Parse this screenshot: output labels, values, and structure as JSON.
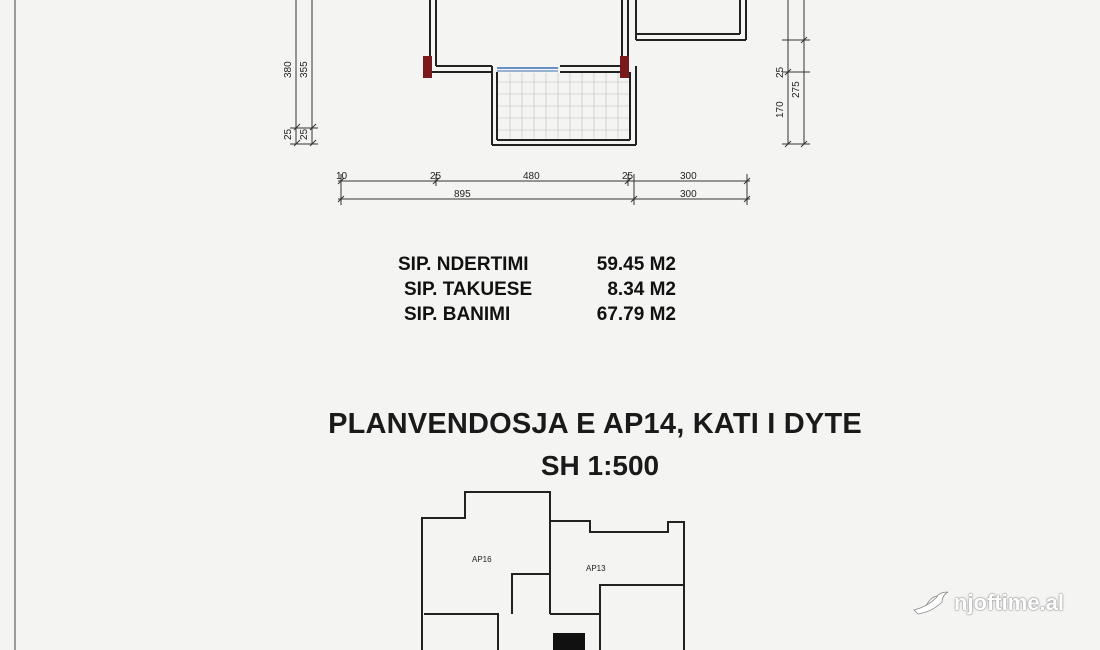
{
  "dimensions": {
    "left_vertical": [
      "380",
      "355",
      "25"
    ],
    "right_vertical": [
      "25",
      "170",
      "275"
    ],
    "bottom_row1": [
      "10",
      "25",
      "480",
      "25",
      "300"
    ],
    "bottom_row2": [
      "895",
      "300"
    ]
  },
  "areas": [
    {
      "label": "SIP. NDERTIMI",
      "value": "59.45 M2"
    },
    {
      "label": "SIP. TAKUESE",
      "value": "8.34 M2"
    },
    {
      "label": "SIP. BANIMI",
      "value": "67.79 M2"
    }
  ],
  "title": "PLANVENDOSJA E AP14, KATI I DYTE",
  "scale": "SH 1:500",
  "site_plan": {
    "labels": [
      "AP16",
      "AP13"
    ]
  },
  "watermark": {
    "text": "njoftime.al",
    "icon": "bird-logo-icon"
  }
}
